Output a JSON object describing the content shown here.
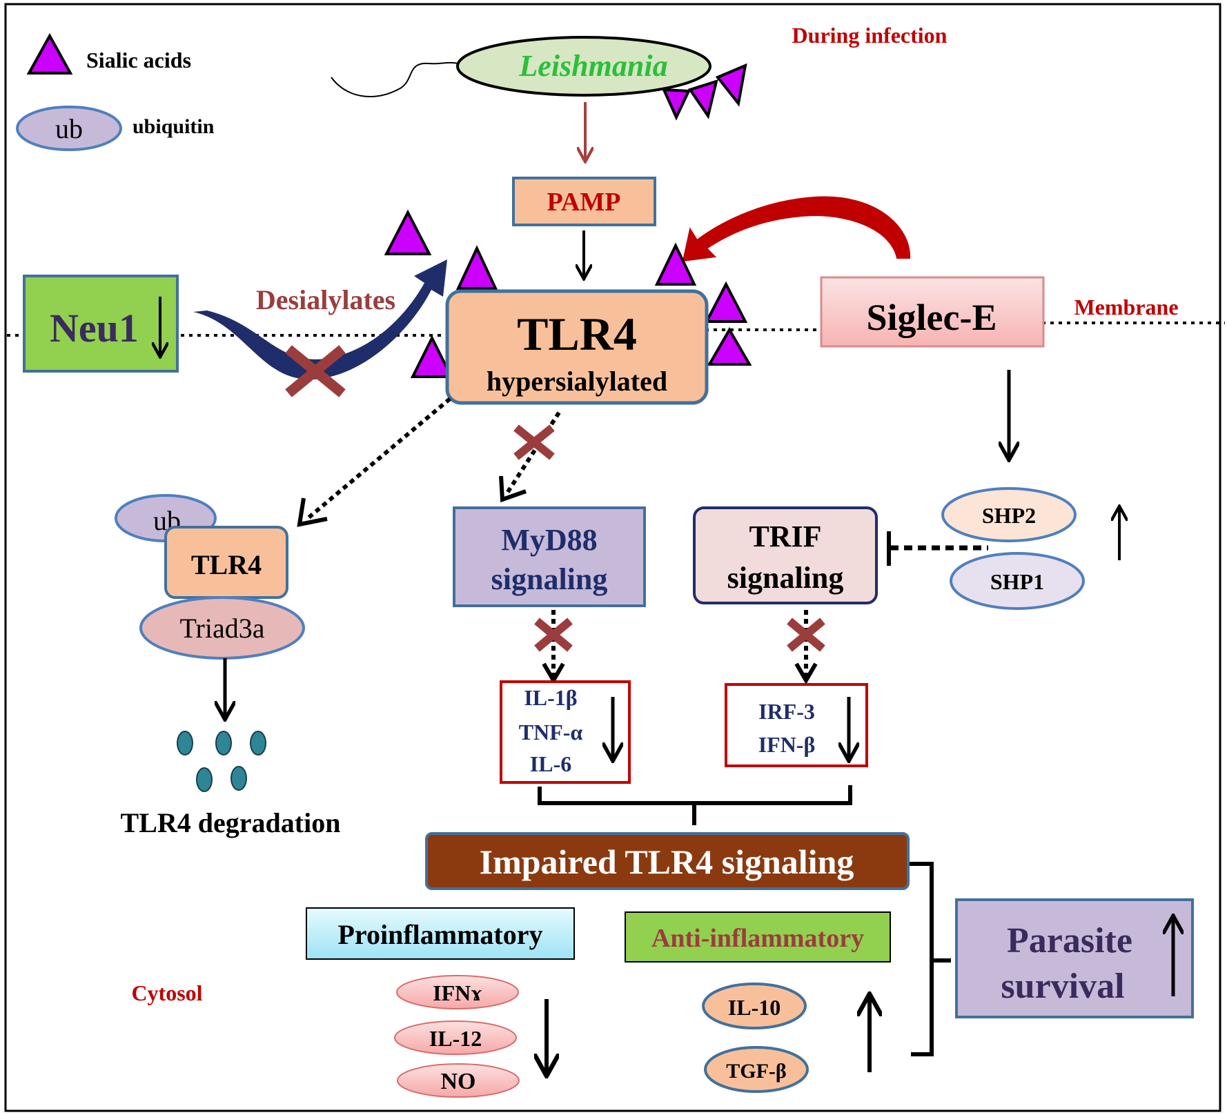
{
  "legend": {
    "sialic_acids_label": "Sialic acids",
    "ub_symbol": "ub",
    "ubiquitin_label": "ubiquitin"
  },
  "top": {
    "during_infection": "During infection",
    "leishmania": "Leishmania",
    "pamp": "PAMP"
  },
  "membrane": {
    "neu1": "Neu1",
    "desialylates": "Desialylates",
    "tlr4_title": "TLR4",
    "tlr4_subtitle": "hypersialylated",
    "siglec": "Siglec-E",
    "membrane_label": "Membrane"
  },
  "degradation": {
    "ub": "ub",
    "tlr4": "TLR4",
    "triad3a": "Triad3a",
    "label": "TLR4 degradation"
  },
  "signaling": {
    "myd88_line1": "MyD88",
    "myd88_line2": "signaling",
    "trif_line1": "TRIF",
    "trif_line2": "signaling",
    "shp2": "SHP2",
    "shp1": "SHP1",
    "cytokines_myd88": [
      "IL-1β",
      "TNF-α",
      "IL-6"
    ],
    "cytokines_trif": [
      "IRF-3",
      "IFN-β"
    ]
  },
  "outcome": {
    "impaired": "Impaired TLR4 signaling",
    "proinflammatory": "Proinflammatory",
    "anti_inflammatory": "Anti-inflammatory",
    "pro_items": [
      "IFNɤ",
      "IL-12",
      "NO"
    ],
    "anti_items": [
      "IL-10",
      "TGF-β"
    ],
    "parasite_line1": "Parasite",
    "parasite_line2": "survival",
    "cytosol": "Cytosol"
  },
  "colors": {
    "dark_red": "#c00000",
    "navy": "#1f2d6b",
    "green_text": "#2bbf3a",
    "orange_fill": "#f8c09a",
    "purple_fill": "#c7bad9",
    "pink_fill": "#f2dbdb",
    "sialic": "#cc00ff",
    "brown": "#8b3a10",
    "cross": "#9b3d3d"
  }
}
